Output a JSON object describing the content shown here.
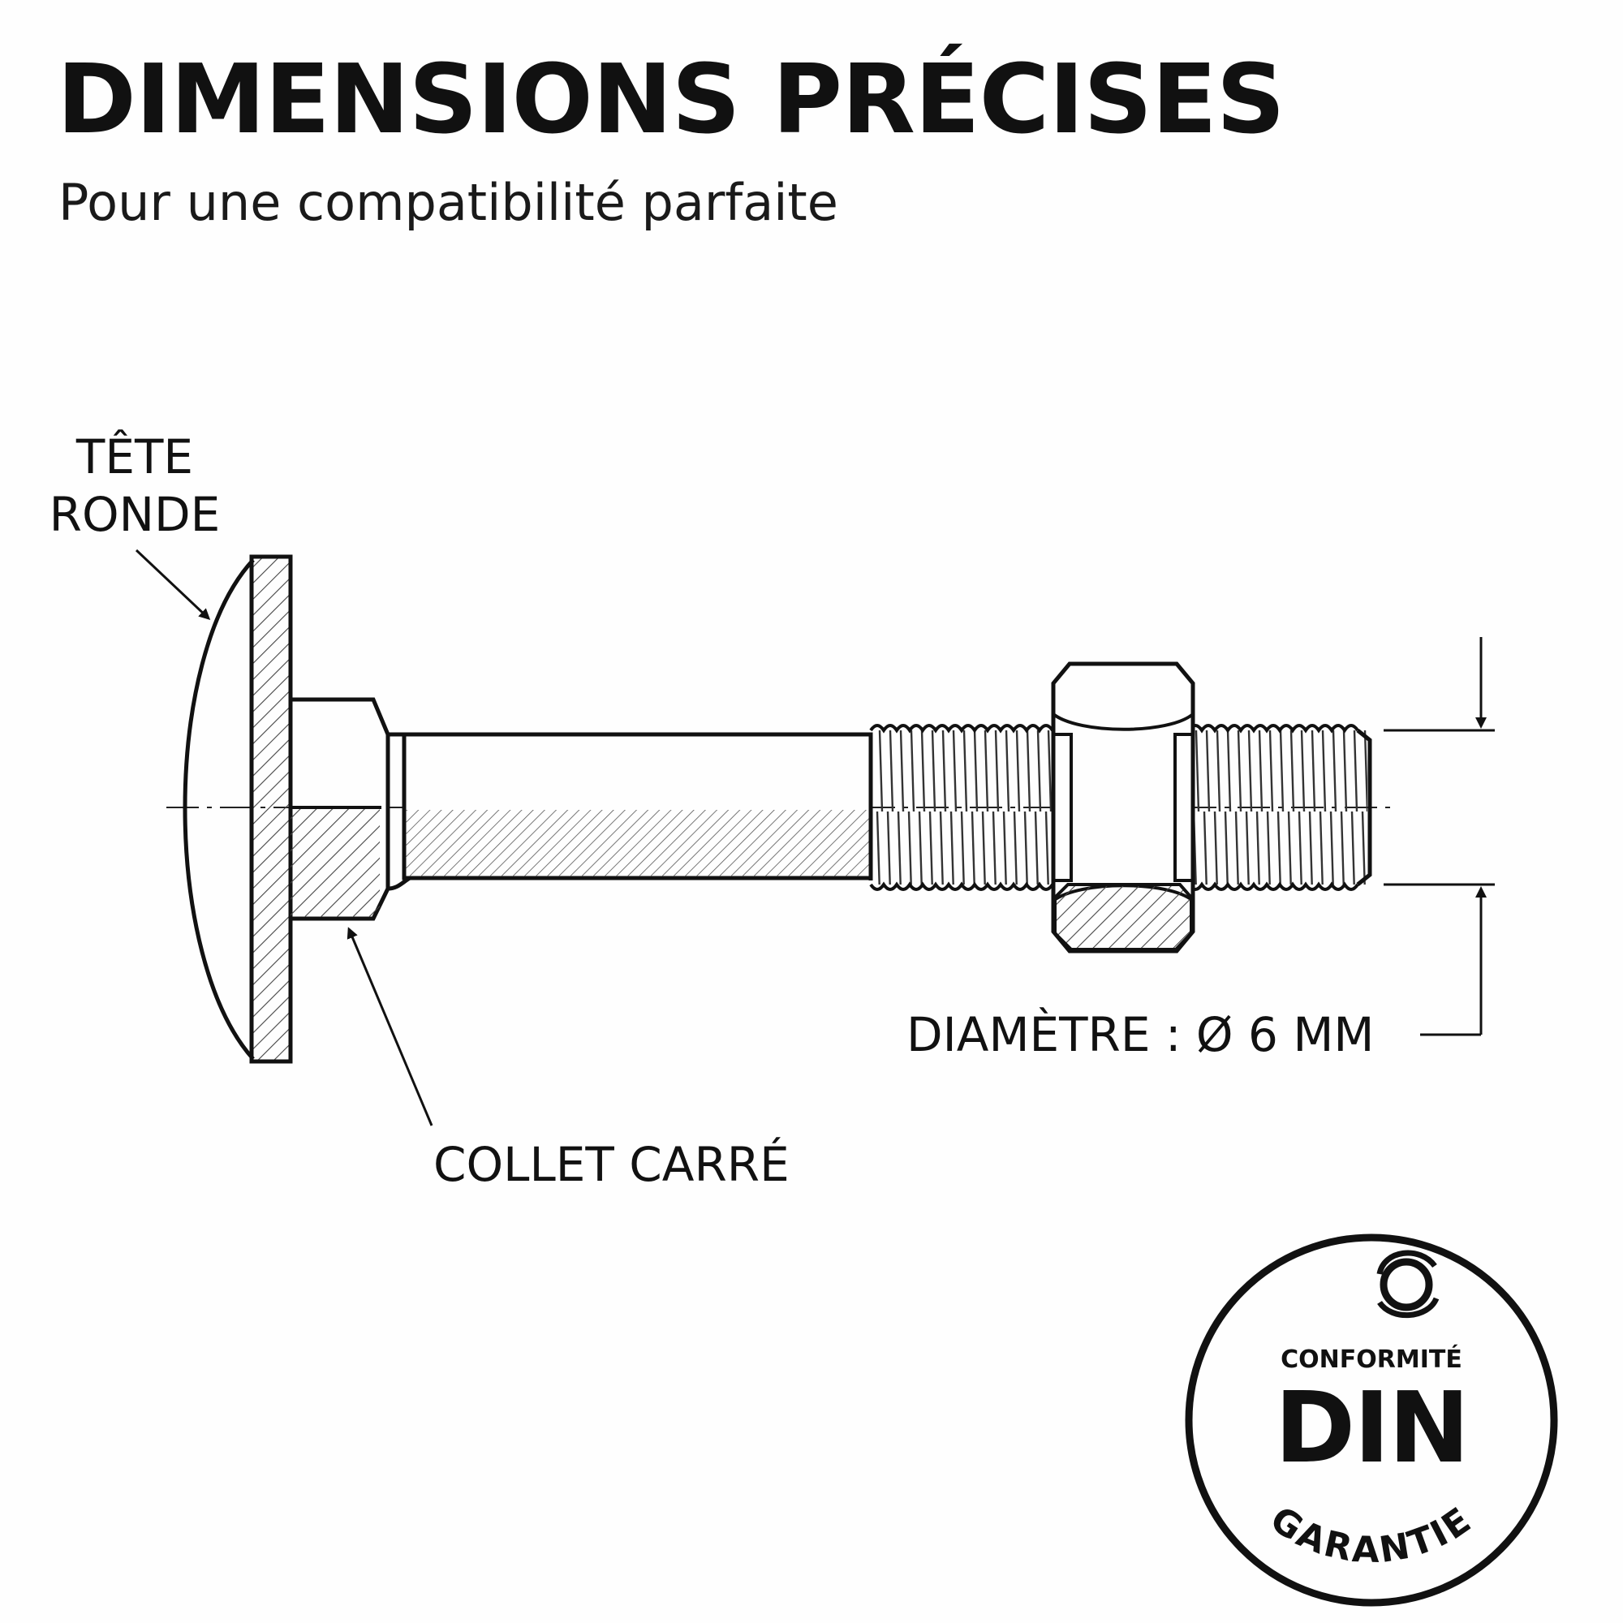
{
  "header": {
    "title": "DIMENSIONS PRÉCISES",
    "subtitle": "Pour une compatibilité parfaite"
  },
  "labels": {
    "head_line1": "TÊTE",
    "head_line2": "RONDE",
    "collar": "COLLET CARRÉ",
    "diameter": "DIAMÈTRE : Ø 6 MM"
  },
  "badge": {
    "top_text": "CONFORMITÉ",
    "main_text": "DIN",
    "bottom_text": "GARANTIE",
    "icon": "swirl-logo-icon"
  },
  "colors": {
    "background": "#fefefe",
    "ink": "#111111",
    "hatch": "#444444"
  }
}
